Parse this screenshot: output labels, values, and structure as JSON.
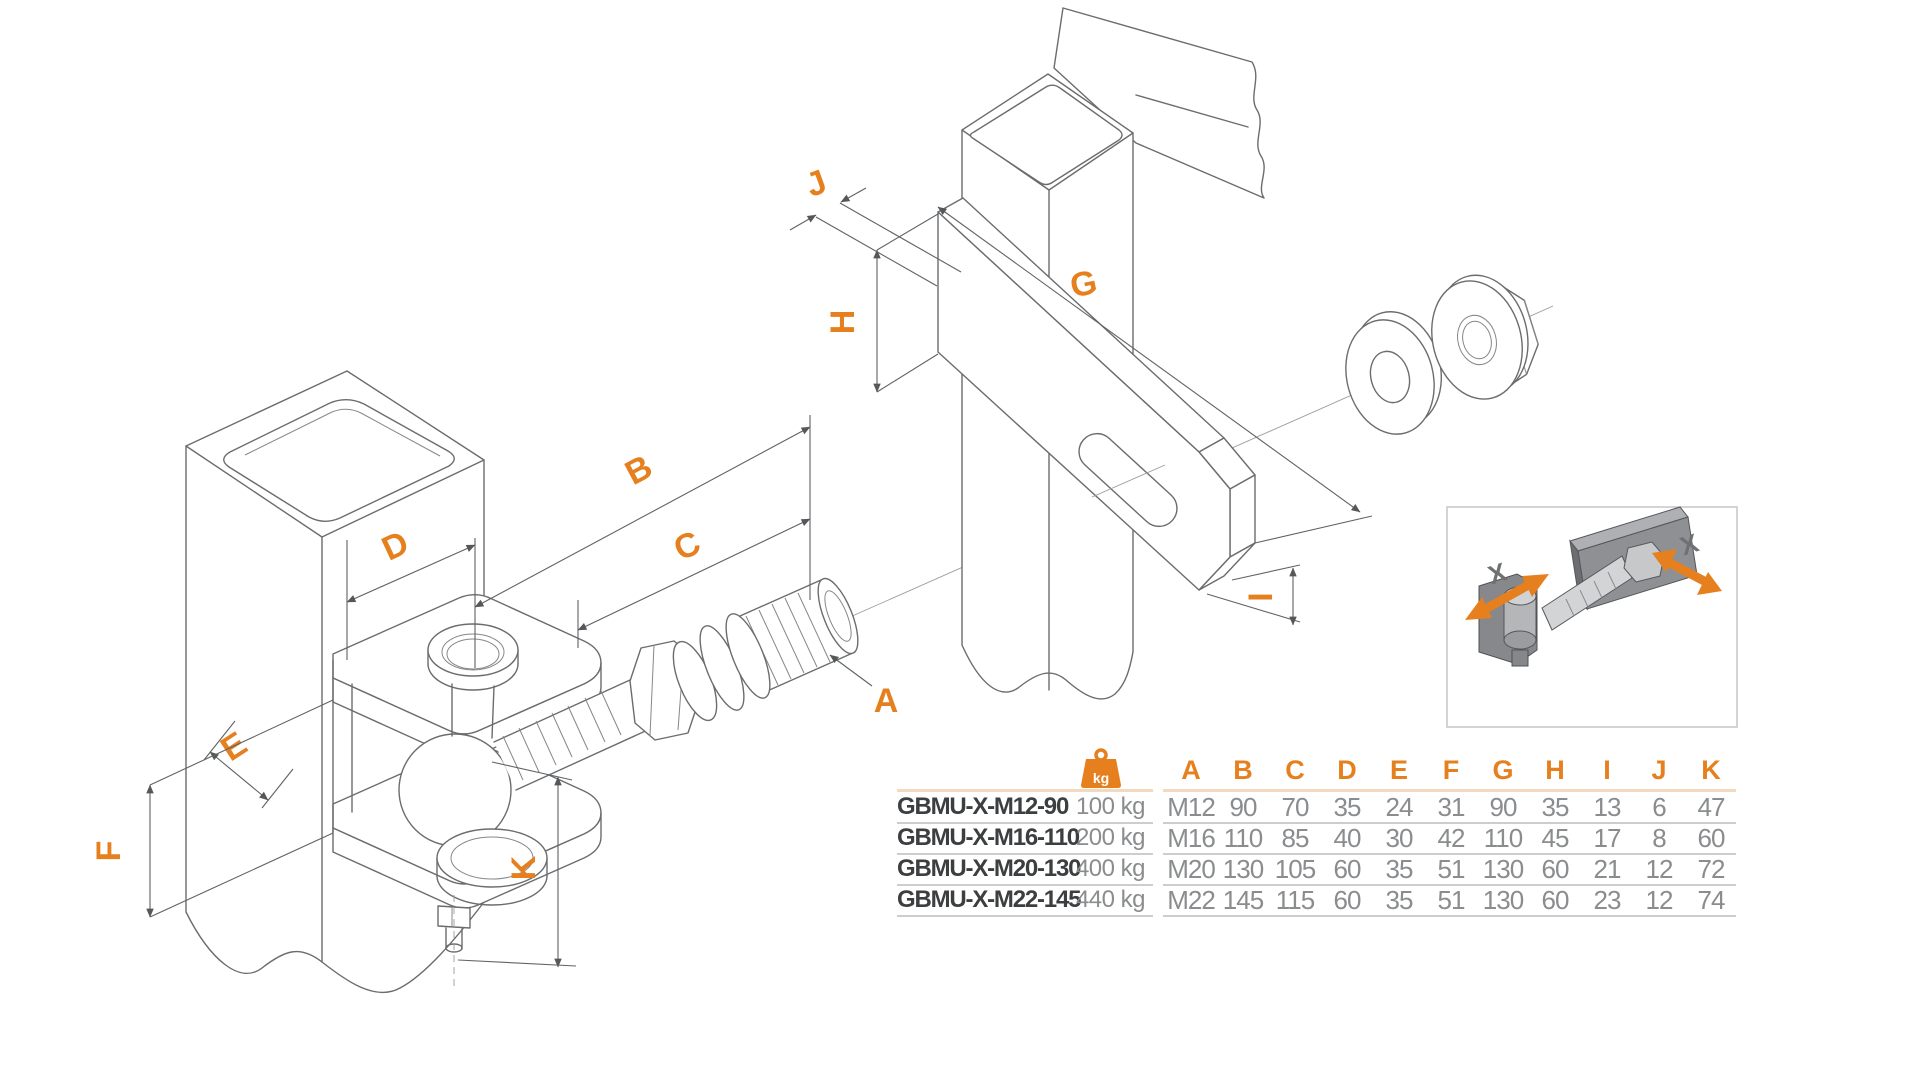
{
  "colors": {
    "accent_orange": "#e6801f",
    "value_grey": "#8a8c8e",
    "model_dark": "#3c3e40",
    "header_line_tan": "#f3d9bd",
    "row_line_grey": "#cdcdcd",
    "drawing_stroke": "#6a6c6e"
  },
  "drawing": {
    "labels": {
      "A": "A",
      "B": "B",
      "C": "C",
      "D": "D",
      "E": "E",
      "F": "F",
      "G": "G",
      "H": "H",
      "I": "I",
      "J": "J",
      "K": "K"
    },
    "inset": {
      "x_left": "X",
      "x_right": "X"
    }
  },
  "table": {
    "weight_icon_label": "kg",
    "dimension_columns": [
      "A",
      "B",
      "C",
      "D",
      "E",
      "F",
      "G",
      "H",
      "I",
      "J",
      "K"
    ],
    "rows": [
      {
        "model": "GBMU-X-M12-90",
        "weight": "100 kg",
        "values": [
          "M12",
          "90",
          "70",
          "35",
          "24",
          "31",
          "90",
          "35",
          "13",
          "6",
          "47"
        ]
      },
      {
        "model": "GBMU-X-M16-110",
        "weight": "200 kg",
        "values": [
          "M16",
          "110",
          "85",
          "40",
          "30",
          "42",
          "110",
          "45",
          "17",
          "8",
          "60"
        ]
      },
      {
        "model": "GBMU-X-M20-130",
        "weight": "400 kg",
        "values": [
          "M20",
          "130",
          "105",
          "60",
          "35",
          "51",
          "130",
          "60",
          "21",
          "12",
          "72"
        ]
      },
      {
        "model": "GBMU-X-M22-145",
        "weight": "440 kg",
        "values": [
          "M22",
          "145",
          "115",
          "60",
          "35",
          "51",
          "130",
          "60",
          "23",
          "12",
          "74"
        ]
      }
    ]
  }
}
